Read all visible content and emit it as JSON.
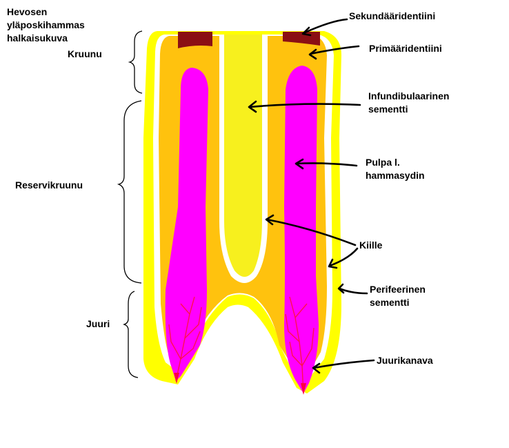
{
  "diagram": {
    "title_lines": [
      "Hevosen",
      "yläposkihammas",
      "halkaisukuva"
    ],
    "regions": {
      "crown": "Kruunu",
      "reserve_crown": "Reservikruunu",
      "root": "Juuri"
    },
    "parts": {
      "secondary_dentin": "Sekundääridentiini",
      "primary_dentin": "Primääridentiini",
      "infundibular_cement_1": "Infundibulaarinen",
      "infundibular_cement_2": "sementti",
      "pulp_1": "Pulpa l.",
      "pulp_2": "hammasydin",
      "enamel": "Kiille",
      "peripheral_cement_1": "Perifeerinen",
      "peripheral_cement_2": "sementti",
      "root_canal": "Juurikanava"
    },
    "colors": {
      "cement": "#ffff00",
      "infundibular_cement": "#f5ef1c",
      "enamel": "#ffffff",
      "primary_dentin": "#ffc20e",
      "secondary_dentin": "#8b0f14",
      "pulp": "#ff00ff",
      "canal": "#ff0040",
      "arrows": "#000000"
    }
  }
}
